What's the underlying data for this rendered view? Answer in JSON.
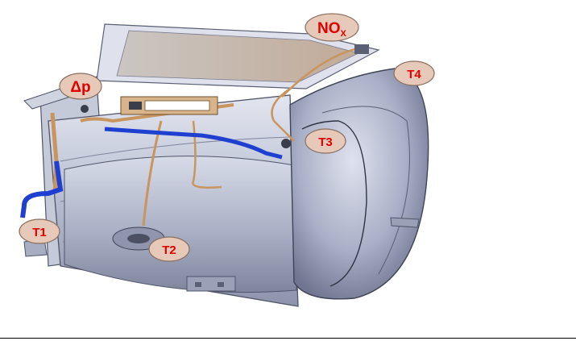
{
  "labels": {
    "nox_main": "NO",
    "nox_sub": "X",
    "dp": "Δp",
    "t1": "T1",
    "t2": "T2",
    "t3": "T3",
    "t4": "T4"
  },
  "colors": {
    "body_metal": "#b9bfd3",
    "body_dark": "#6e7389",
    "sensor_pipe": "#1f3fd0",
    "copper_line": "#c8955e",
    "bubble": "#e6c9b8",
    "label_text": "#e00000"
  }
}
